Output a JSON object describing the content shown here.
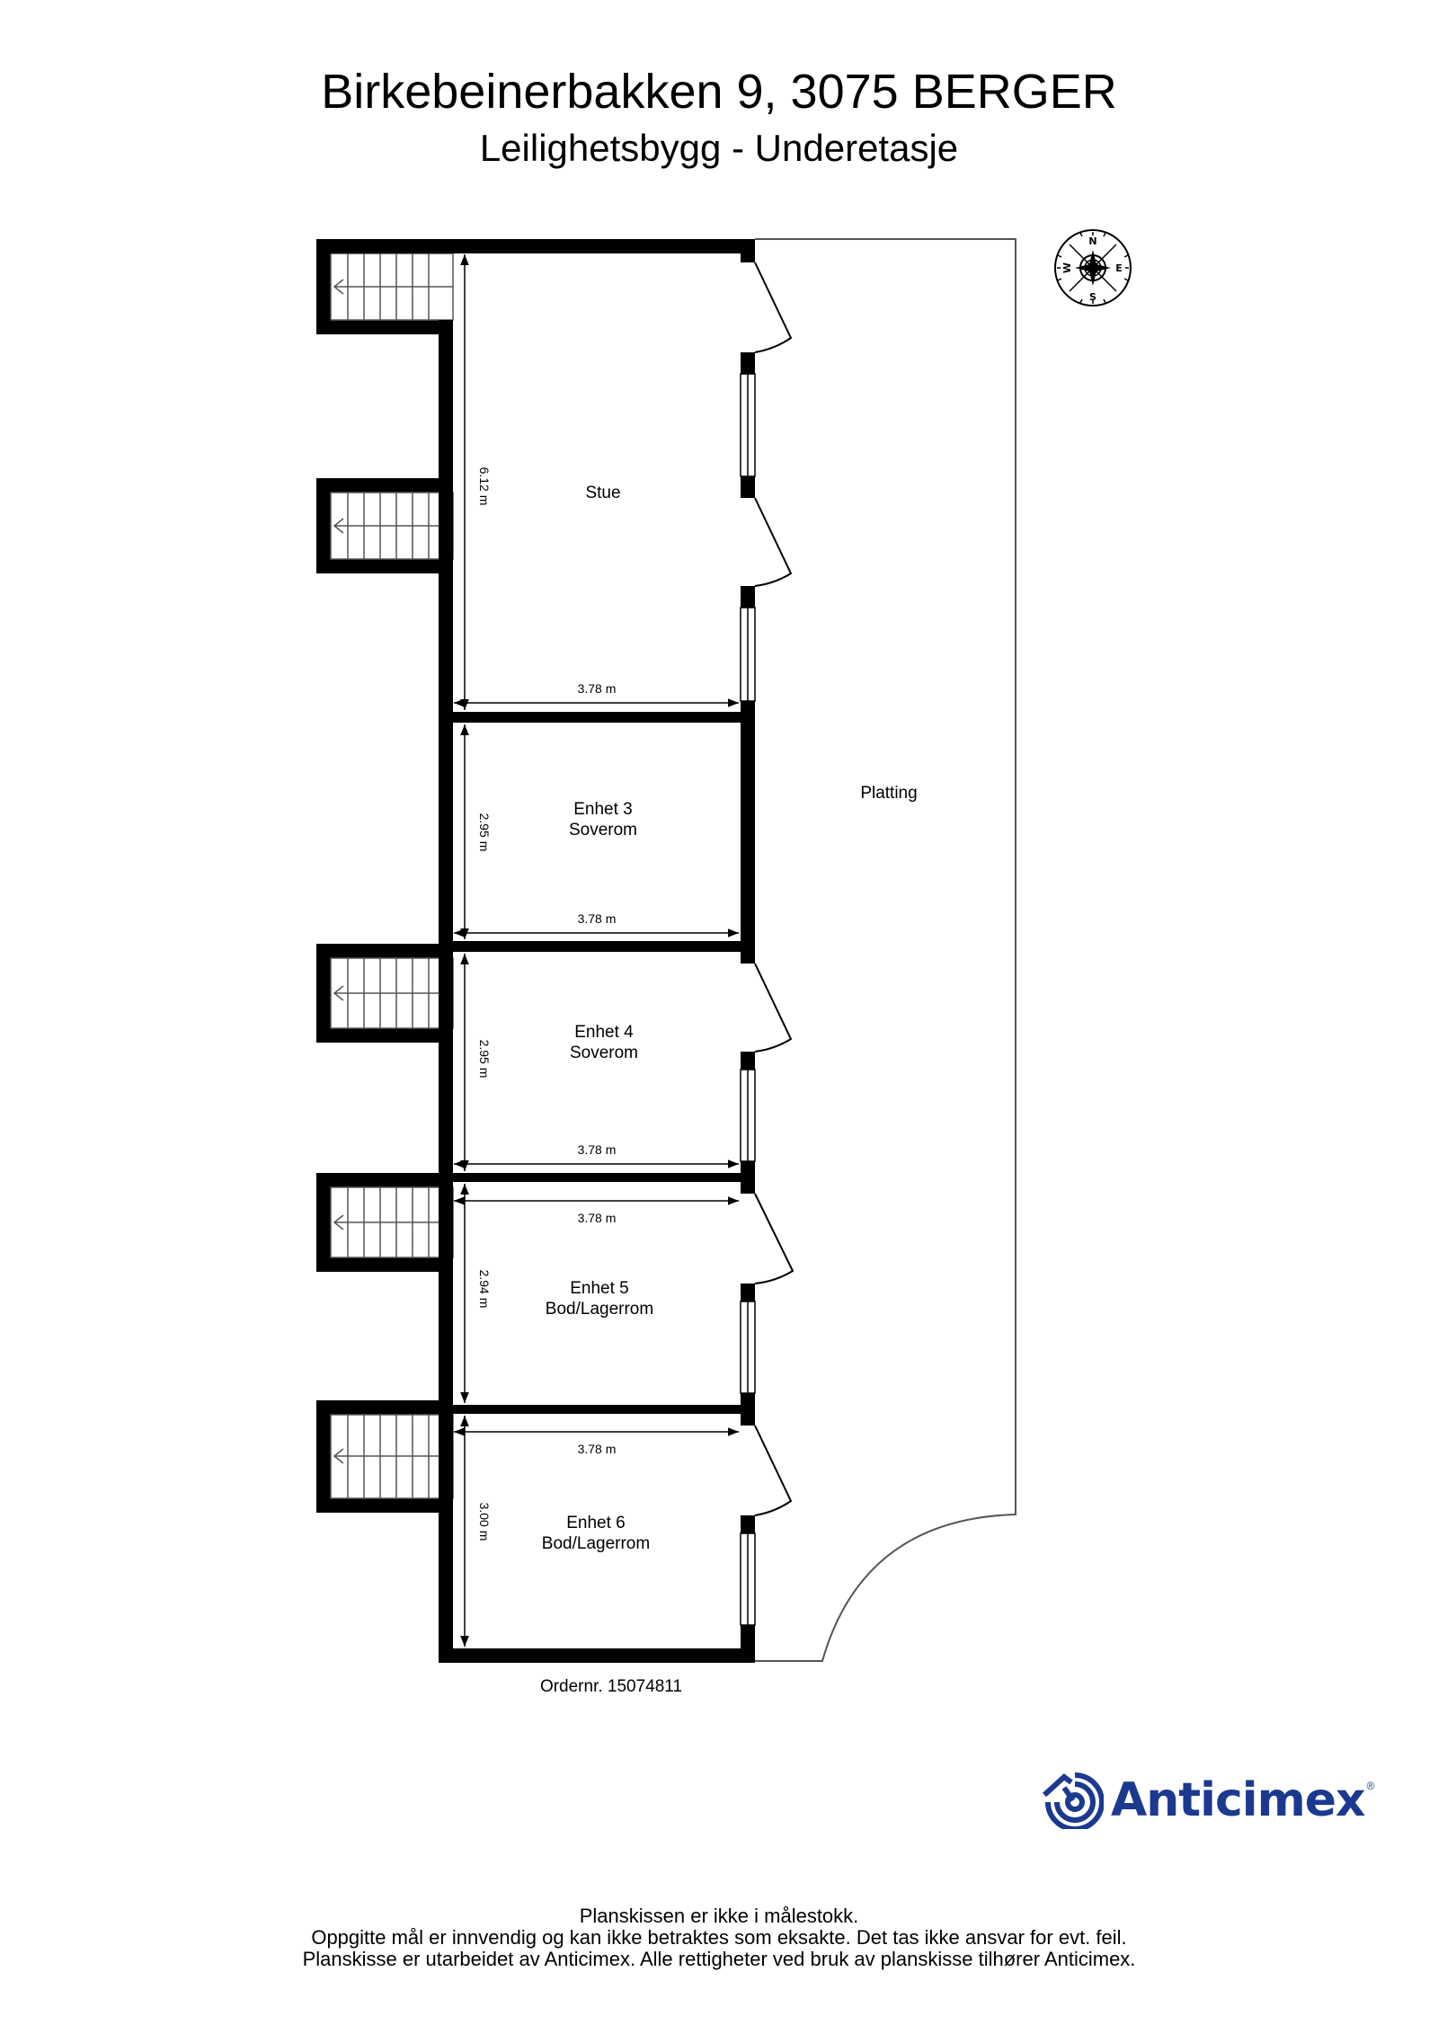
{
  "header": {
    "address": "Birkebeinerbakken 9, 3075 BERGER",
    "subtitle": "Leilighetsbygg - Underetasje"
  },
  "compass": {
    "icon": "compass-rose-icon",
    "n": "N",
    "e": "E",
    "s": "S",
    "w": "W"
  },
  "rooms": [
    {
      "id": "stue",
      "name": "Stue",
      "type": "",
      "width": "3.78 m",
      "length": "6.12 m"
    },
    {
      "id": "enhet3",
      "name": "Enhet 3",
      "type": "Soverom",
      "width": "3.78 m",
      "length": "2.95 m"
    },
    {
      "id": "enhet4",
      "name": "Enhet 4",
      "type": "Soverom",
      "width": "3.78 m",
      "length": "2.95 m"
    },
    {
      "id": "enhet5",
      "name": "Enhet 5",
      "type": "Bod/Lagerrom",
      "width": "3.78 m",
      "length": "2.94 m"
    },
    {
      "id": "enhet6",
      "name": "Enhet 6",
      "type": "Bod/Lagerrom",
      "width": "3.78 m",
      "length": "3.00 m"
    }
  ],
  "platting": {
    "label": "Platting"
  },
  "order": {
    "label": "Ordernr. 15074811"
  },
  "brand": {
    "name": "Anticimex",
    "reg": "®",
    "color": "#1b3a8f"
  },
  "footer": {
    "line1": "Planskissen er ikke i målestokk.",
    "line2": "Oppgitte mål er innvendig og kan ikke betraktes som eksakte. Det tas ikke ansvar for evt. feil.",
    "line3": "Planskisse er utarbeidet av Anticimex. Alle rettigheter ved bruk av planskisse tilhører Anticimex."
  }
}
